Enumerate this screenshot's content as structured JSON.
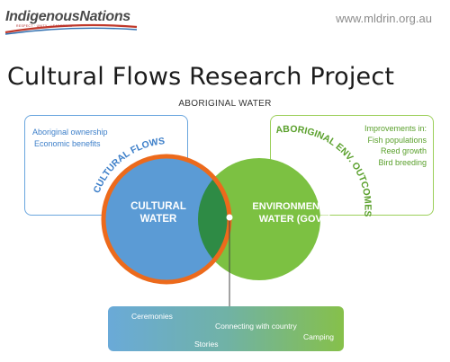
{
  "header": {
    "logo_text": "IndigenousNations",
    "logo_tagline": "RESPECT · UNITY · LEADERSHIP",
    "website": "www.mldrin.org.au"
  },
  "slide": {
    "title": "Cultural Flows Research Project"
  },
  "diagram": {
    "top_label": "ABORIGINAL WATER",
    "left_circle_label": [
      "CULTURAL",
      "WATER"
    ],
    "right_circle_label": [
      "ENVIRONMENTAL",
      "WATER (GOVT)"
    ],
    "left_arc_label": "CULTURAL FLOWS",
    "right_arc_label": "ABORIGINAL ENV. OUTCOMES",
    "left_box_items": [
      "Aboriginal ownership",
      "Economic benefits"
    ],
    "right_box_items": [
      "Improvements in:",
      "Fish populations",
      "Reed growth",
      "Bird breeding"
    ],
    "bottom_box_items": {
      "ceremonies": "Ceremonies",
      "connecting": "Connecting with country",
      "camping": "Camping",
      "stories": "Stories"
    }
  },
  "colors": {
    "blue": "#5b9bd5",
    "green": "#7cc142",
    "overlap": "#2e8b45",
    "orange": "#ec6a1c"
  }
}
